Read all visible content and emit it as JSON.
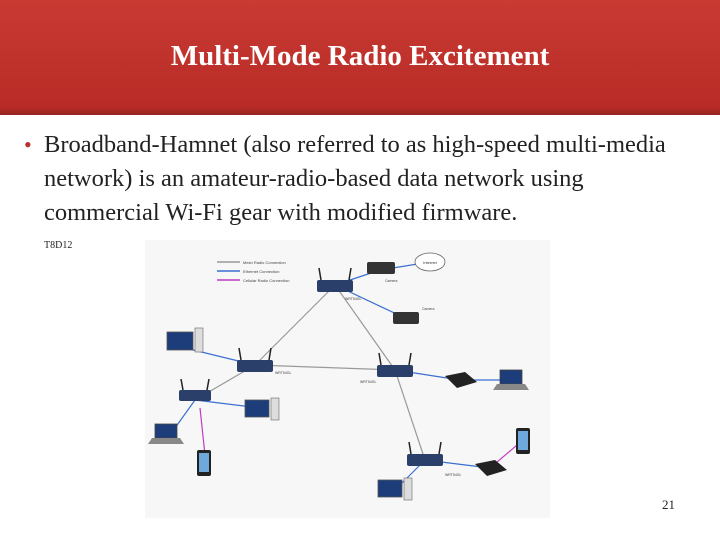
{
  "slide": {
    "title": "Multi-Mode Radio Excitement",
    "bullet": "Broadband-Hamnet (also referred to as high-speed multi-media network) is an amateur-radio-based data network using commercial Wi-Fi gear with modified firmware.",
    "tag": "T8D12",
    "page_number": "21"
  },
  "diagram": {
    "legend": [
      "Mesh Radio Connection",
      "Ethernet Connection",
      "Cellular Radio Connection"
    ],
    "labels": {
      "internet": "Internet",
      "router_top": "WRT54GL",
      "router_left": "WRT54GL",
      "router_mid": "WRT54GL",
      "router_bottom": "WRT54GL",
      "camera_top": "Camera",
      "camera_right": "Camera"
    }
  },
  "colors": {
    "title_bar": "#c0302b",
    "bullet": "#b7322c",
    "mesh_line": "#9a9a9a",
    "ethernet_line": "#3b6fd1",
    "cellular_line": "#c03cc0"
  }
}
